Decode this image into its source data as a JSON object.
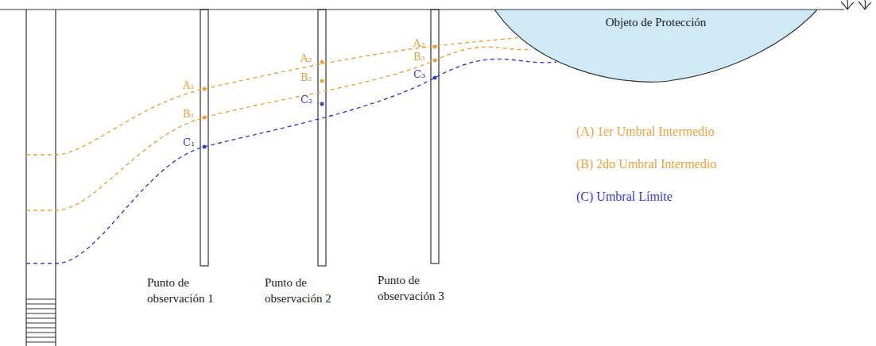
{
  "diagram": {
    "nodes": [
      {
        "text": [
          "Objeto de Protección"
        ]
      }
    ],
    "labels": [
      "A₁",
      "B₁",
      "C₁",
      "A₂",
      "B₂",
      "C₂",
      "A₃",
      "B₃",
      "C₃",
      "Punto de observación 1",
      "Punto de observación 2",
      "Punto de observación 3"
    ],
    "legend": [
      {
        "text": "(A) 1er Umbral Intermedio"
      },
      {
        "text": "(B) 2do Umbral Intermedio"
      },
      {
        "text": "(C) Umbral Límite"
      }
    ]
  }
}
